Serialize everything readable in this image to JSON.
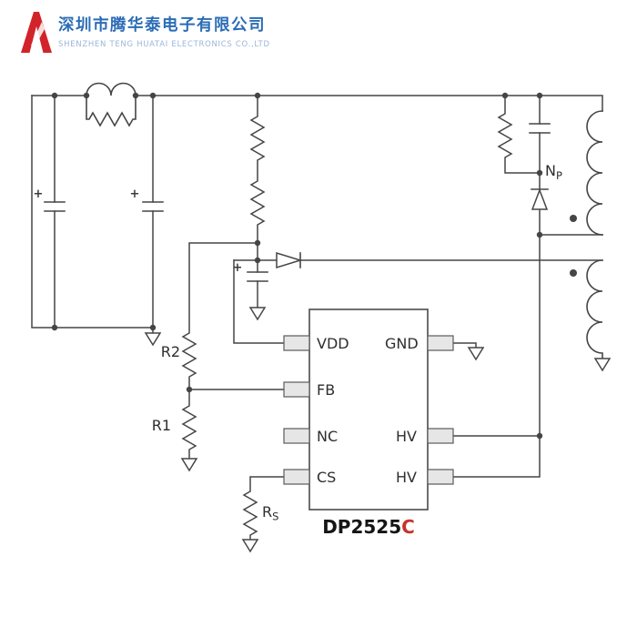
{
  "header": {
    "company_name_cn": "深圳市腾华泰电子有限公司",
    "company_name_en": "SHENZHEN TENG HUATAI ELECTRONICS CO.,LTD"
  },
  "schematic": {
    "ic": {
      "part_number": "DP2525",
      "part_suffix": "C"
    },
    "pins": {
      "vdd": "VDD",
      "gnd": "GND",
      "fb": "FB",
      "nc": "NC",
      "hv1": "HV",
      "cs": "CS",
      "hv2": "HV"
    },
    "labels": {
      "r2": "R2",
      "r1": "R1",
      "rs_base": "R",
      "rs_sub": "S",
      "np_base": "N",
      "np_sub": "P",
      "plus": "+"
    },
    "colors": {
      "wire": "#454545",
      "brand_red": "#d2232a",
      "brand_blue": "#2b6cb5"
    }
  }
}
